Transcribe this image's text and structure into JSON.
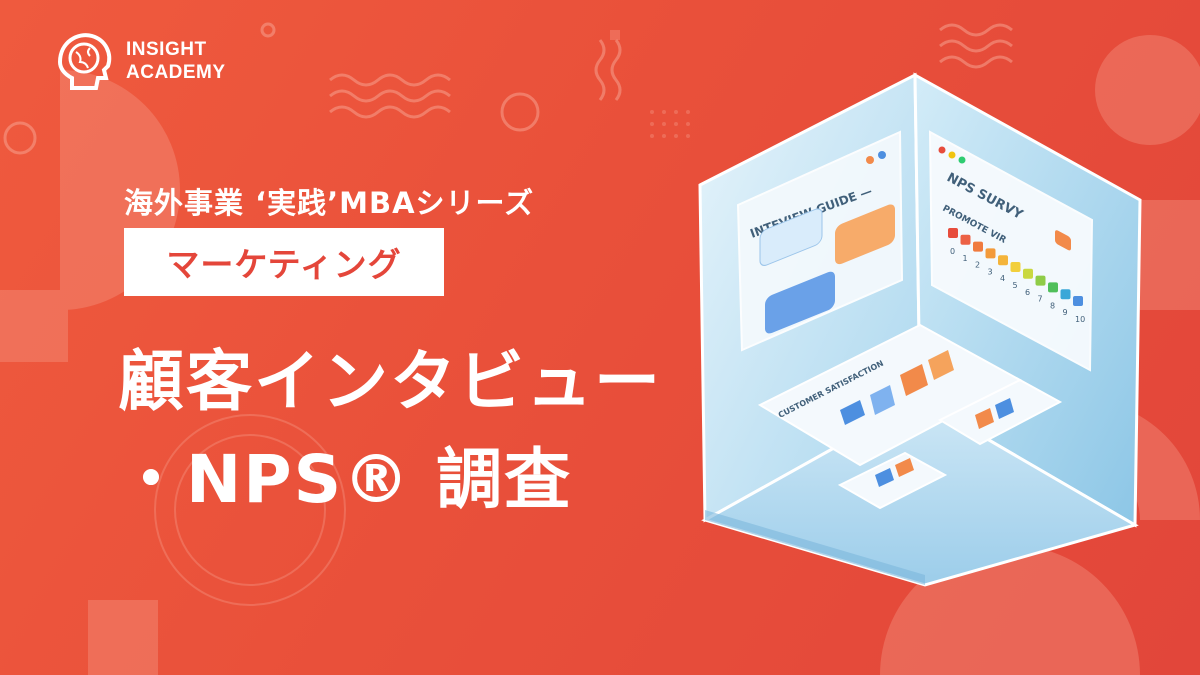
{
  "brand": {
    "line1": "INSIGHT",
    "line2": "ACADEMY"
  },
  "series_label": "海外事業 ‘実践’MBAシリーズ",
  "category_badge": "マーケティング",
  "title": {
    "line1": "顧客インタビュー",
    "line2": "・NPS® 調査"
  },
  "illustration": {
    "interview_panel": "INTEVIEW GUIDE —",
    "nps_panel": "NPS SURVY",
    "nps_subtitle": "PROMOTE VIR",
    "nps_scale": [
      "0",
      "1",
      "2",
      "3",
      "4",
      "5",
      "6",
      "7",
      "8",
      "9",
      "10"
    ],
    "satisfaction_panel": "CUSTOMER SATISFACTION"
  },
  "colors": {
    "background": "#e9503a",
    "accent": "#e4463a",
    "text": "#ffffff"
  }
}
